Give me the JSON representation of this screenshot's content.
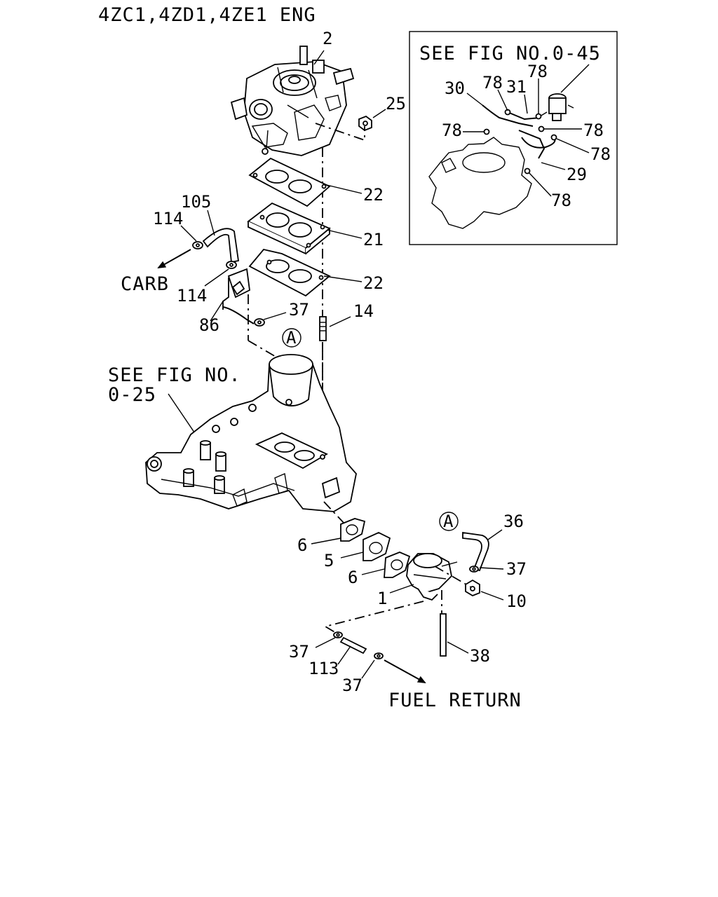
{
  "header": {
    "title": "4ZC1,4ZD1,4ZE1 ENG"
  },
  "inset": {
    "title": "SEE FIG NO.0-45",
    "callouts": [
      "30",
      "78",
      "31",
      "78",
      "78",
      "78",
      "78",
      "29",
      "78"
    ]
  },
  "main": {
    "see_fig_line1": "SEE FIG NO.",
    "see_fig_line2": "0-25",
    "carb_arrow_label": "CARB",
    "fuel_return_label": "FUEL RETURN",
    "connector_symbol": "A"
  },
  "callouts": {
    "c2": "2",
    "c25": "25",
    "c22a": "22",
    "c21": "21",
    "c22b": "22",
    "c105": "105",
    "c114a": "114",
    "c114b": "114",
    "c86": "86",
    "c37a": "37",
    "c14": "14",
    "c36": "36",
    "c37b": "37",
    "c10": "10",
    "c6a": "6",
    "c5": "5",
    "c6b": "6",
    "c1": "1",
    "c38": "38",
    "c37c": "37",
    "c113": "113",
    "c37d": "37"
  }
}
